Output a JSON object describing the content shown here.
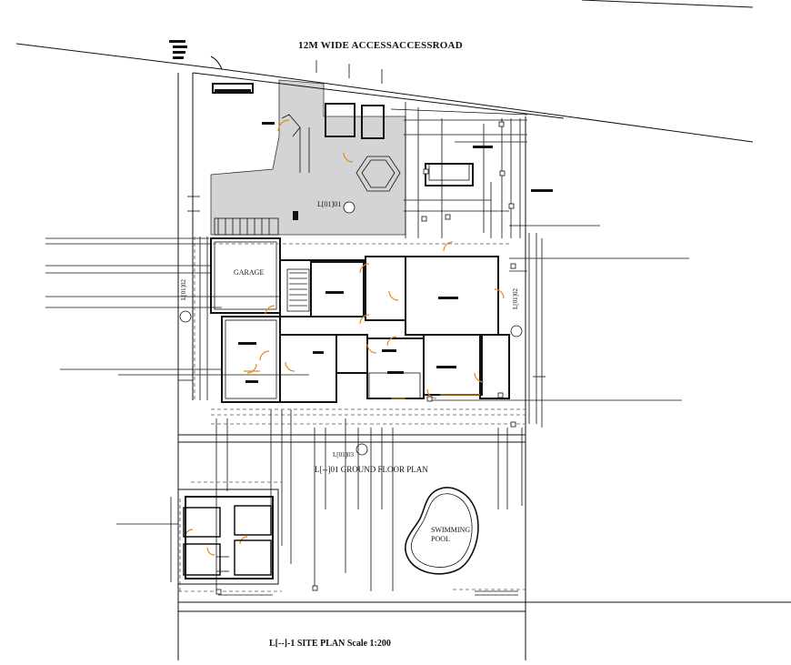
{
  "drawing": {
    "road_title": "12M WIDE ACCESSACCESSROAD",
    "ref_top": "L[01]01",
    "garage_label": "GARAGE",
    "ref_right": "L[01]02",
    "ref_left": "L[01]02",
    "ref_bottom": "L[01]03",
    "ground_floor_title": "L[--]01 GROUND FLOOR PLAN",
    "pool_label_line1": "SWIMMING",
    "pool_label_line2": "POOL",
    "site_plan_title": "L[--]-1 SITE PLAN Scale 1:200"
  },
  "colors": {
    "line": "#111111",
    "paving": "#d4d4d4",
    "door_swing": "#e08a1e",
    "grid": "#555555"
  }
}
